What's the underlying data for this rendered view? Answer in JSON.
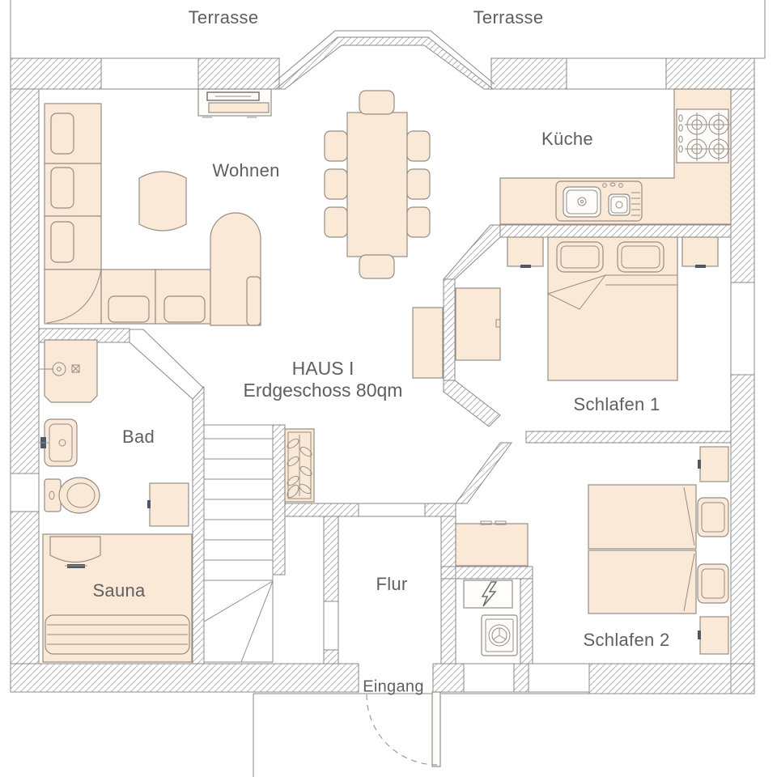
{
  "title": "HAUS I",
  "subtitle": "Erdgeschoss 80qm",
  "labels": {
    "terrasse_left": "Terrasse",
    "terrasse_right": "Terrasse",
    "wohnen": "Wohnen",
    "kueche": "Küche",
    "schlafen1": "Schlafen 1",
    "schlafen2": "Schlafen 2",
    "bad": "Bad",
    "sauna": "Sauna",
    "flur": "Flur",
    "eingang": "Eingang"
  },
  "colors": {
    "background": "#ffffff",
    "furniture_fill": "#fbe9d8",
    "outline": "#958d85",
    "wall_line": "#8a8a8a",
    "hatch_line": "#b2b2b2",
    "text": "#5f5f5f",
    "dark_accent": "#4d5a66"
  },
  "icons": [
    "stove-icon",
    "sink-icon",
    "shower-icon",
    "washbasin-icon",
    "toilet-icon",
    "washing-machine-icon",
    "electrical-panel-icon",
    "plant-icon",
    "sauna-heater-icon",
    "stairs-icon",
    "door-swing-icon",
    "tv-icon"
  ]
}
